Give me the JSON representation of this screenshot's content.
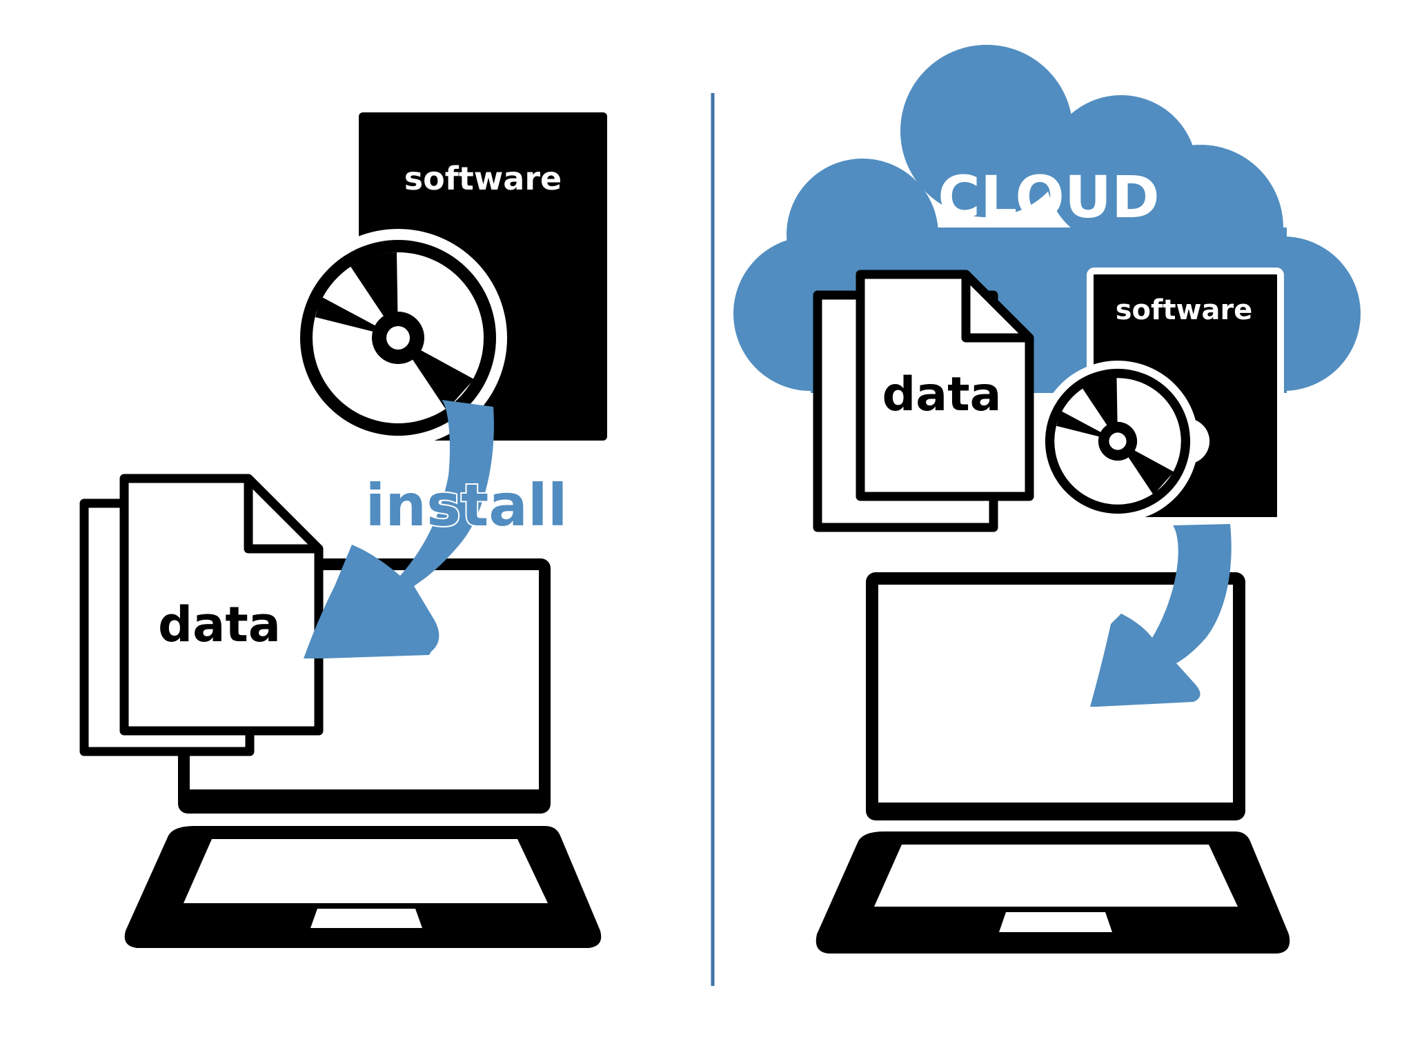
{
  "left": {
    "software_label": "software",
    "install_label": "install",
    "data_label": "data"
  },
  "right": {
    "cloud_label": "CLOUD",
    "software_label": "software",
    "data_label": "data"
  },
  "colors": {
    "accent": "#518dc0",
    "ink": "#000000",
    "paper": "#ffffff",
    "divider": "#3f74a8"
  }
}
